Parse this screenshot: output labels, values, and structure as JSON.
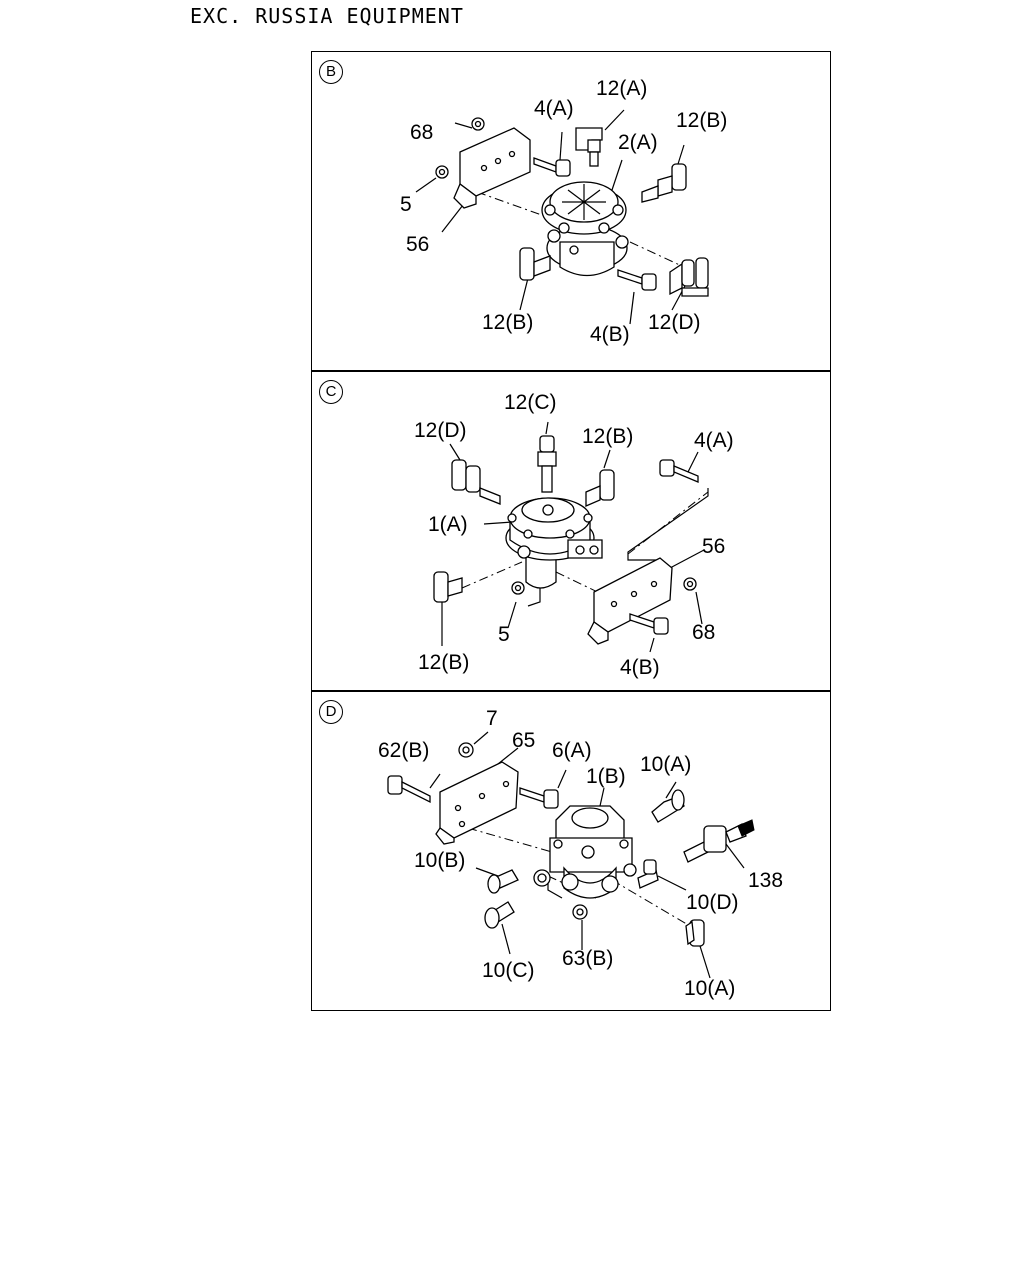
{
  "heading": "EXC. RUSSIA EQUIPMENT",
  "panels": {
    "b": {
      "label": "B",
      "callouts": [
        "12(A)",
        "4(A)",
        "68",
        "12(B)",
        "2(A)",
        "5",
        "56",
        "12(B)",
        "4(B)",
        "12(D)"
      ]
    },
    "c": {
      "label": "C",
      "callouts": [
        "12(C)",
        "12(D)",
        "12(B)",
        "4(A)",
        "1(A)",
        "56",
        "5",
        "68",
        "12(B)",
        "4(B)"
      ]
    },
    "d": {
      "label": "D",
      "callouts": [
        "7",
        "62(B)",
        "65",
        "6(A)",
        "1(B)",
        "10(A)",
        "10(B)",
        "138",
        "10(D)",
        "10(C)",
        "63(B)",
        "10(A)"
      ]
    }
  }
}
